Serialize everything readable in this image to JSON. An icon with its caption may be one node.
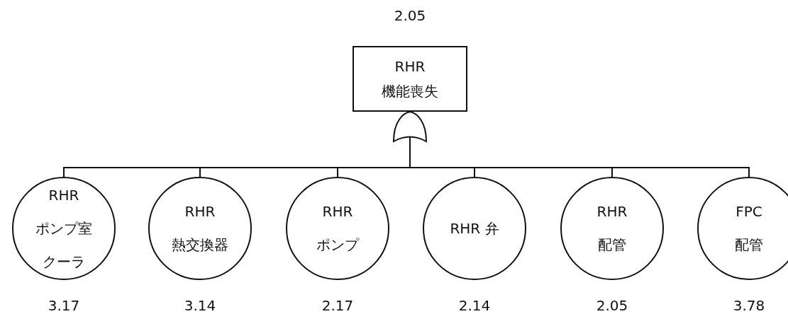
{
  "diagram": {
    "nodes": [
      {
        "text": [
          "RHR 機能喪失"
        ],
        "beside": [
          "2.05"
        ]
      },
      {
        "text": [],
        "shape": "gate"
      },
      {
        "text": [
          "RHR ポンプ室クーラ"
        ],
        "beside": [
          "3.17"
        ]
      },
      {
        "text": [
          "RHR 熱交換器"
        ],
        "beside": [
          "3.14"
        ]
      },
      {
        "text": [
          "RHR ポンプ"
        ],
        "beside": [
          "2.17"
        ]
      },
      {
        "text": [
          "RHR 弁"
        ],
        "beside": [
          "2.14"
        ]
      },
      {
        "text": [
          "RHR 配管"
        ],
        "beside": [
          "2.05"
        ]
      },
      {
        "text": [
          "FPC 配管"
        ],
        "beside": [
          "3.78"
        ]
      }
    ],
    "edges": [
      {
        "from": 1,
        "to": 2,
        "arrow": "none"
      },
      {
        "from": 1,
        "to": 3,
        "arrow": "none"
      },
      {
        "from": 1,
        "to": 4,
        "arrow": "none"
      },
      {
        "from": 1,
        "to": 5,
        "arrow": "none"
      },
      {
        "from": 1,
        "to": 6,
        "arrow": "none"
      },
      {
        "from": 1,
        "to": 7,
        "arrow": "none"
      }
    ]
  }
}
